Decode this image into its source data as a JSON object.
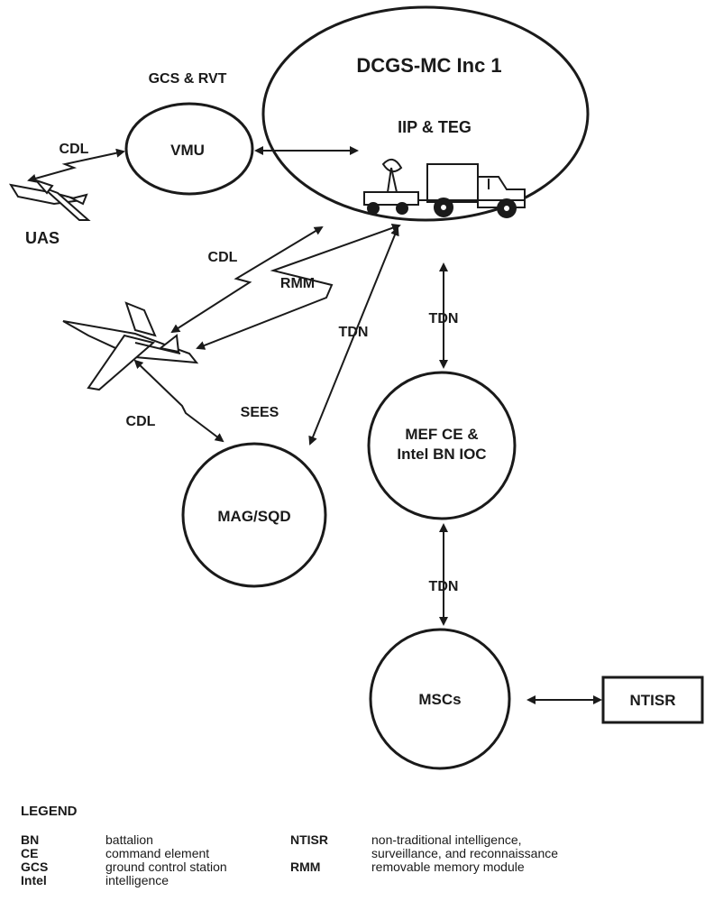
{
  "diagram": {
    "nodes": {
      "dcgs": {
        "title": "DCGS-MC Inc 1",
        "subtitle": "IIP & TEG"
      },
      "vmu": {
        "label": "VMU",
        "group_label": "GCS & RVT"
      },
      "mag": {
        "label": "MAG/SQD",
        "group_label": "SEES"
      },
      "mef": {
        "line1": "MEF CE &",
        "line2": "Intel BN IOC"
      },
      "mscs": {
        "label": "MSCs"
      },
      "ntisr": {
        "label": "NTISR"
      },
      "uas": {
        "label": "UAS"
      }
    },
    "link_labels": {
      "cdl_uas": "CDL",
      "cdl_aircraft_dcgs": "CDL",
      "rmm": "RMM",
      "tdn_mag_dcgs": "TDN",
      "tdn_dcgs_mef": "TDN",
      "cdl_aircraft_mag": "CDL",
      "tdn_mef_mscs": "TDN"
    }
  },
  "legend": {
    "title": "LEGEND",
    "left": [
      {
        "abbr": "BN",
        "definition": "battalion"
      },
      {
        "abbr": "CE",
        "definition": "command element"
      },
      {
        "abbr": "GCS",
        "definition": "ground control station"
      },
      {
        "abbr": "Intel",
        "definition": "intelligence"
      }
    ],
    "right": [
      {
        "abbr": "NTISR",
        "definition": "non-traditional intelligence,",
        "definition2": "surveillance, and reconnaissance"
      },
      {
        "abbr": "RMM",
        "definition": "removable memory module"
      }
    ]
  }
}
